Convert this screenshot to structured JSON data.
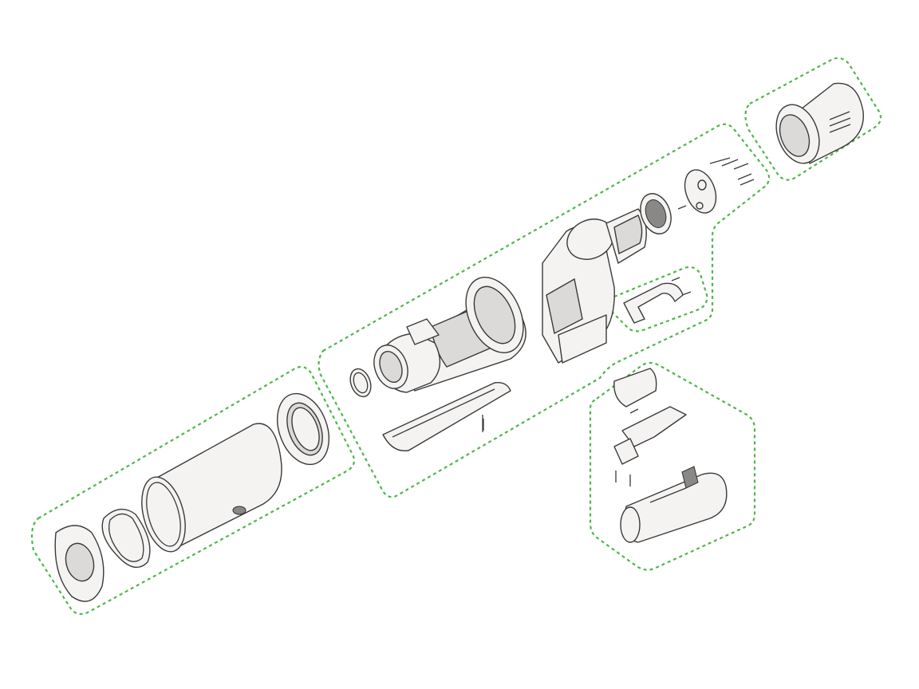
{
  "diagram": {
    "type": "exploded-parts-view",
    "colors": {
      "group_outline": "#4cb848",
      "part_stroke": "#3a3a3a",
      "part_fill": "#f4f3f2",
      "background": "#ffffff"
    },
    "groups": [
      {
        "id": "bin-assembly"
      },
      {
        "id": "cyclone-motor-assembly"
      },
      {
        "id": "trigger-assembly"
      },
      {
        "id": "rear-filter"
      },
      {
        "id": "battery-assembly"
      }
    ]
  }
}
